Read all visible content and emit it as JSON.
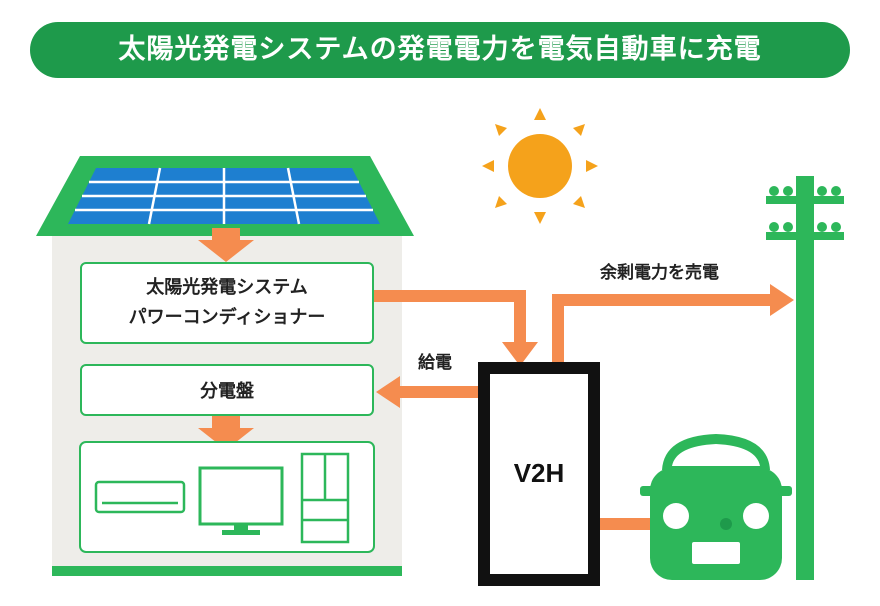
{
  "title": "太陽光発電システムの発電電力を電気自動車に充電",
  "pcs": {
    "line1": "太陽光発電システム",
    "line2": "パワーコンディショナー"
  },
  "panel": "分電盤",
  "labels": {
    "sell": "余剰電力を売電",
    "supply": "給電"
  },
  "v2h": "V2H",
  "colors": {
    "green": "#1e9a4b",
    "light_green": "#2db75a",
    "orange": "#f58c4f",
    "sun": "#f5a21b",
    "solar": "#4f7fd6",
    "house": "#eeede9"
  }
}
